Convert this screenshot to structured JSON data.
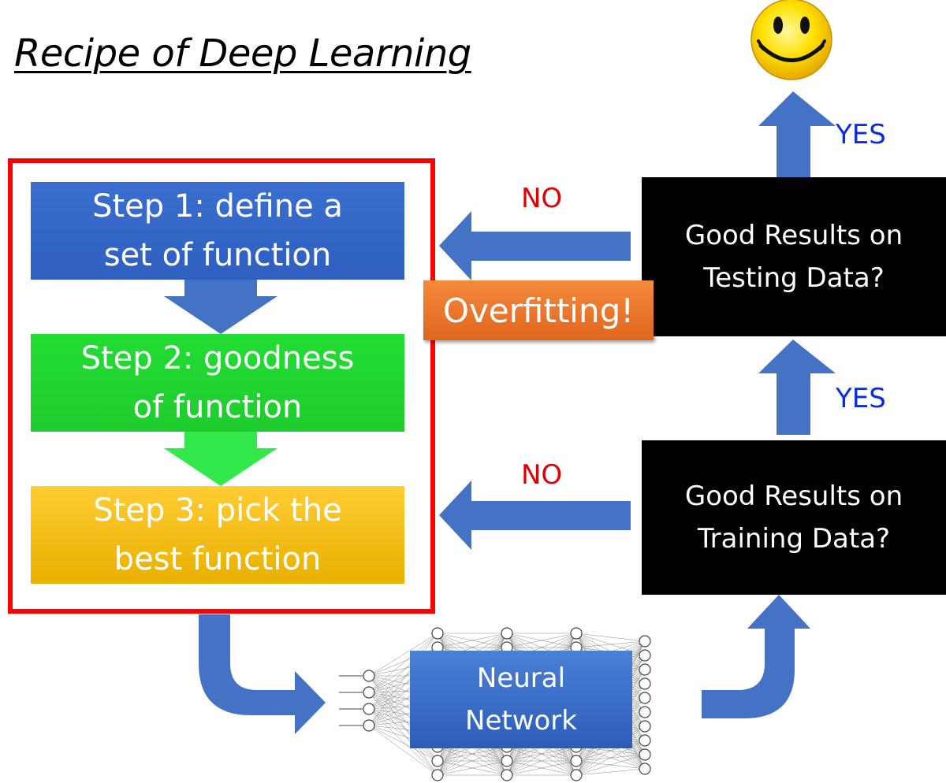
{
  "title": "Recipe of Deep Learning",
  "steps": [
    {
      "line1": "Step 1: define a",
      "line2": "set of function"
    },
    {
      "line1": "Step 2: goodness",
      "line2": "of function"
    },
    {
      "line1": "Step 3: pick the",
      "line2": "best function"
    }
  ],
  "checks": {
    "training": {
      "line1": "Good Results on",
      "line2": "Training Data?"
    },
    "testing": {
      "line1": "Good Results on",
      "line2": "Testing Data?"
    }
  },
  "labels": {
    "no_top": "NO",
    "no_bottom": "NO",
    "yes_top": "YES",
    "yes_bottom": "YES",
    "overfitting": "Overfitting!"
  },
  "neural_network": {
    "line1": "Neural",
    "line2": "Network"
  },
  "icons": {
    "success": "smiley-face-icon",
    "network": "neural-network-icon"
  },
  "colors": {
    "arrow": "#4472c4",
    "frame": "#ff0000",
    "step1": "#2f5fc0",
    "step2": "#1fcc2e",
    "step3": "#f0b800",
    "overfitting": "#e8702a",
    "no_label": "#e00000",
    "yes_label": "#0a2be0"
  }
}
